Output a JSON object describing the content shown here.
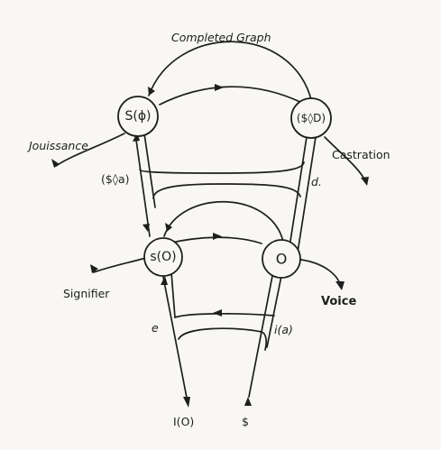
{
  "diagram": {
    "nodes": {
      "s_phi": "S(ϕ)",
      "s_diamond_d": "($◊D)",
      "s_o": "s(O)",
      "o": "O"
    },
    "labels": {
      "completed_graph": "Completed Graph",
      "jouissance": "Jouissance",
      "castration": "Castration",
      "s_diamond_a": "($◊a)",
      "d": "d.",
      "signifier": "Signifier",
      "voice": "Voice",
      "e": "e",
      "i_a": "i(a)",
      "i_o": "I(O)",
      "barred_s": "$"
    }
  }
}
